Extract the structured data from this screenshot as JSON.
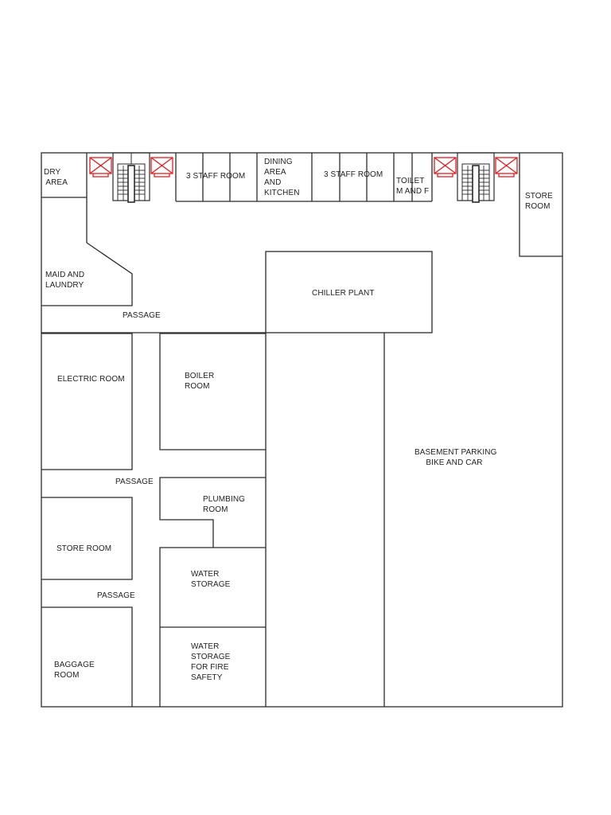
{
  "diagram": {
    "type": "floor-plan",
    "title": "",
    "colors": {
      "wall": "#2b2b2b",
      "lift": "#e8191c",
      "label": "#222222",
      "background": "#ffffff"
    },
    "rooms": {
      "dry_area": "DRY\n AREA",
      "staff_room_1": "3 STAFF ROOM",
      "dining": "DINING\nAREA\nAND\nKITCHEN",
      "staff_room_2": "3 STAFF ROOM",
      "toilet": "TOILET\nM AND F",
      "store_room_top": "STORE\nROOM",
      "maid_laundry": "MAID AND\nLAUNDRY",
      "passage_1": "PASSAGE",
      "chiller_plant": "CHILLER PLANT",
      "electric_room": "ELECTRIC ROOM",
      "boiler_room": "BOILER\nROOM",
      "basement_parking": "BASEMENT PARKING\n     BIKE AND CAR",
      "passage_2": "PASSAGE",
      "plumbing_room": "PLUMBING\nROOM",
      "store_room_left": "STORE ROOM",
      "water_storage": "WATER\nSTORAGE",
      "passage_3": "PASSAGE",
      "baggage_room": "BAGGAGE\nROOM",
      "water_storage_fire": "WATER\nSTORAGE\nFOR FIRE\nSAFETY"
    },
    "symbols": {
      "lifts": [
        "lift-1",
        "lift-2",
        "lift-3",
        "lift-4"
      ],
      "stairs": [
        "staircase-left",
        "staircase-right"
      ]
    }
  }
}
